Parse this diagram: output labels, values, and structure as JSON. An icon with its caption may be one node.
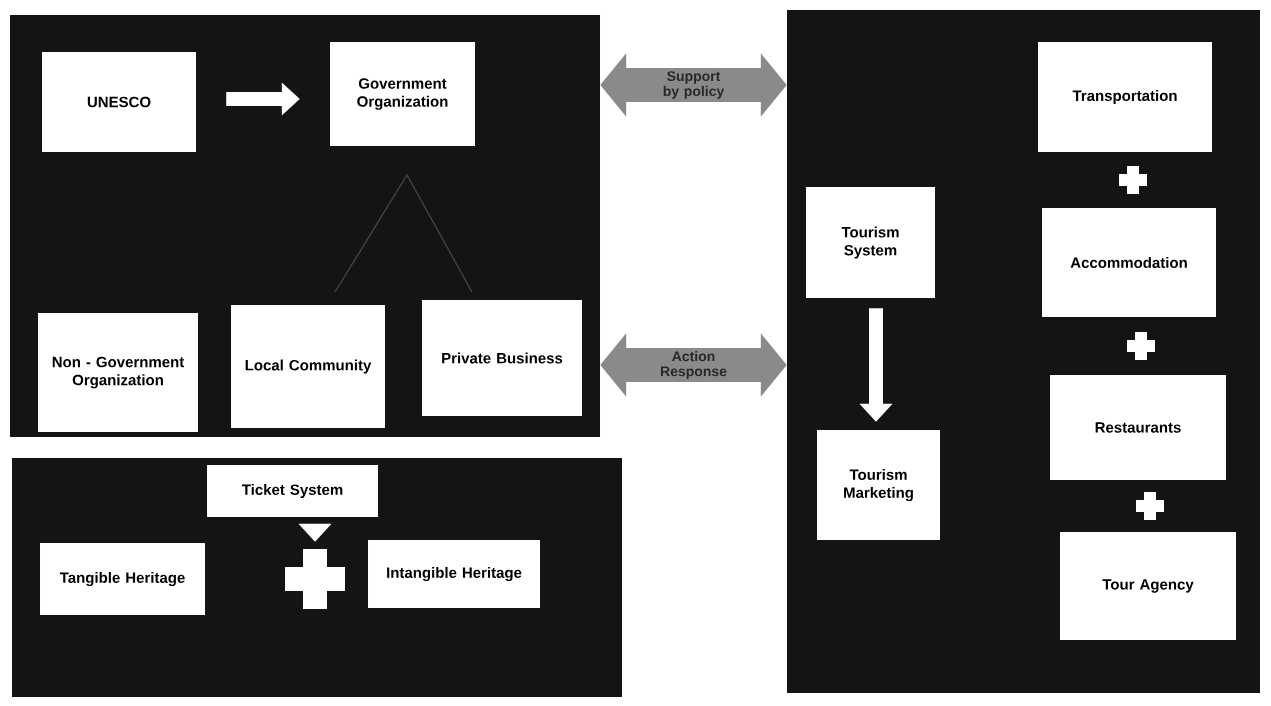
{
  "diagram": {
    "nodes": [
      {
        "text": [],
        "shape": "box"
      },
      {
        "text": [
          "UNESCO"
        ],
        "in": 0
      },
      {
        "text": [
          "Government Organization"
        ],
        "in": 0
      },
      {
        "text": [
          "Non - Government Organization"
        ],
        "in": 0
      },
      {
        "text": [
          "Local Community"
        ],
        "in": 0
      },
      {
        "text": [
          "Private Business"
        ],
        "in": 0
      },
      {
        "text": [],
        "shape": "box"
      },
      {
        "text": [
          "Ticket System"
        ],
        "in": 6
      },
      {
        "text": [
          "Tangible Heritage"
        ],
        "in": 6
      },
      {
        "text": [],
        "shape": "cross",
        "in": 6
      },
      {
        "text": [
          "Intangible Heritage"
        ],
        "in": 6
      },
      {
        "text": [],
        "shape": "box"
      },
      {
        "text": [
          "Tourism System"
        ],
        "in": 11
      },
      {
        "text": [
          "Tourism Marketing"
        ],
        "in": 11
      },
      {
        "text": [
          "Transportation"
        ],
        "in": 11
      },
      {
        "text": [
          "Accommodation"
        ],
        "in": 11
      },
      {
        "text": [
          "Restaurants"
        ],
        "in": 11
      },
      {
        "text": [
          "Tour Agency"
        ],
        "in": 11
      }
    ],
    "edges": [
      {
        "from": 1,
        "to": 2,
        "arrow": "to"
      },
      {
        "from": 0,
        "to": 11,
        "arrow": "both",
        "label": "Support by policy",
        "style": "thick",
        "color": "#8a8a8a"
      },
      {
        "from": 0,
        "to": 11,
        "arrow": "both",
        "label": "Action Response",
        "style": "thick",
        "color": "#8a8a8a"
      },
      {
        "from": 12,
        "to": 13,
        "arrow": "to"
      },
      {
        "from": 7,
        "to": 9,
        "arrow": "to"
      }
    ]
  }
}
